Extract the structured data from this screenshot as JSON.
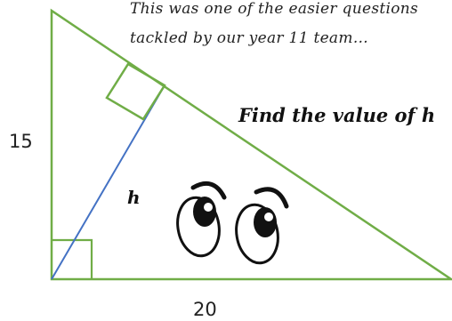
{
  "caption": {
    "line1": "This was one of the easier questions",
    "line2": "tackled by our year 11 team…"
  },
  "prompt": "Find the value of h",
  "labels": {
    "side_vertical": "15",
    "side_horizontal": "20",
    "altitude": "h"
  },
  "colors": {
    "triangle_stroke": "#70ad47",
    "altitude_stroke": "#4472c4",
    "text": "#222222",
    "eye_stroke": "#111111"
  }
}
